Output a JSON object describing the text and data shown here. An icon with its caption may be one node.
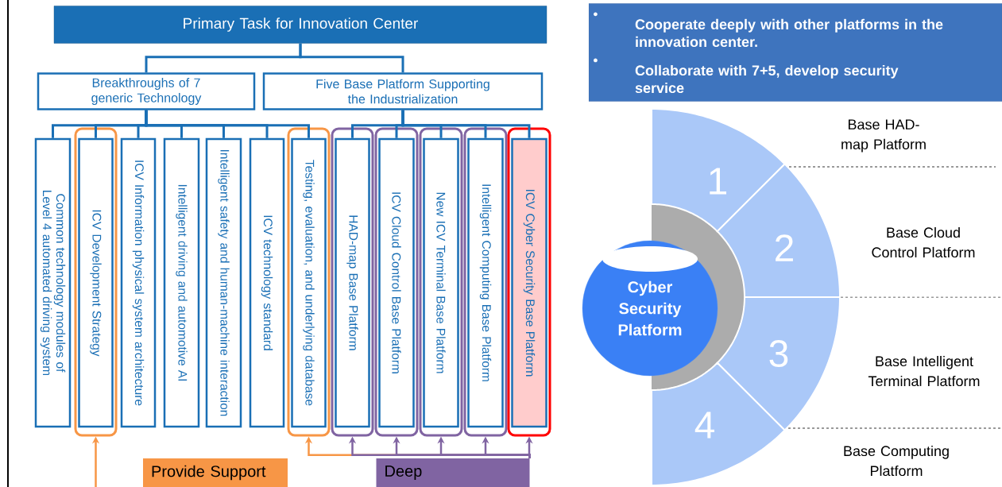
{
  "diagram": {
    "nodes": [
      {
        "text": [
          "Primary Task for Innovation Center"
        ]
      },
      {
        "text": [
          "Breakthroughs of 7 generic Technology"
        ]
      },
      {
        "text": [
          "Five Base Platform Supporting the Industrialization"
        ]
      },
      {
        "text": [
          "Common technology modules of Level 4 automated driving system"
        ]
      },
      {
        "text": [],
        "shape": "box"
      },
      {
        "text": [
          "ICV Development Strategy"
        ],
        "in": 4
      },
      {
        "text": [
          "ICV Information physical system architecture"
        ]
      },
      {
        "text": [
          "Intelligent driving and automotive AI"
        ]
      },
      {
        "text": [
          "Intelligent safety and human-machine interaction"
        ]
      },
      {
        "text": [
          "ICV technology standard"
        ]
      },
      {
        "text": [],
        "shape": "box"
      },
      {
        "text": [
          "Testing, evaluation, and underlying database"
        ],
        "in": 10
      },
      {
        "text": [],
        "shape": "box"
      },
      {
        "text": [
          "HAD-map Base Platform"
        ],
        "in": 12
      },
      {
        "text": [],
        "shape": "box"
      },
      {
        "text": [
          "ICV Cloud Control Base Platform"
        ],
        "in": 14
      },
      {
        "text": [],
        "shape": "box"
      },
      {
        "text": [
          "New ICV Terminal Base Platform"
        ],
        "in": 16
      },
      {
        "text": [],
        "shape": "box"
      },
      {
        "text": [
          "Intelligent Computing Base Platform"
        ],
        "in": 18
      },
      {
        "text": [],
        "shape": "box"
      },
      {
        "text": [
          "ICV Cyber Security Base Platform"
        ],
        "in": 20
      },
      {
        "text": [
          "Provide Support"
        ]
      },
      {
        "text": [
          "Deep"
        ]
      },
      {
        "text": [
          "Cooperate deeply with other platforms in the innovation center.",
          "Collaborate with 7+5, develop security service"
        ]
      },
      {
        "text": [
          "Cyber Security Platform"
        ]
      },
      {
        "text": [
          "1"
        ]
      },
      {
        "text": [
          "2"
        ]
      },
      {
        "text": [
          "3"
        ]
      },
      {
        "text": [
          "4"
        ]
      }
    ],
    "labels": [
      "Base HAD-map Platform",
      "Base Cloud Control Platform",
      "Base Intelligent Terminal Platform",
      "Base Computing Platform"
    ],
    "edges": [
      {
        "from": 0,
        "to": 1,
        "arrow": "none"
      },
      {
        "from": 0,
        "to": 2,
        "arrow": "none"
      },
      {
        "from": 1,
        "to": 3,
        "arrow": "none"
      },
      {
        "from": 1,
        "to": 5,
        "arrow": "none"
      },
      {
        "from": 1,
        "to": 6,
        "arrow": "none"
      },
      {
        "from": 1,
        "to": 7,
        "arrow": "none"
      },
      {
        "from": 1,
        "to": 8,
        "arrow": "none"
      },
      {
        "from": 1,
        "to": 9,
        "arrow": "none"
      },
      {
        "from": 1,
        "to": 11,
        "arrow": "none"
      },
      {
        "from": 2,
        "to": 13,
        "arrow": "none"
      },
      {
        "from": 2,
        "to": 15,
        "arrow": "none"
      },
      {
        "from": 2,
        "to": 17,
        "arrow": "none"
      },
      {
        "from": 2,
        "to": 19,
        "arrow": "none"
      },
      {
        "from": 2,
        "to": 21,
        "arrow": "none"
      },
      {
        "from": null,
        "to": 4,
        "arrow": "to",
        "color": "#f79646"
      },
      {
        "from": 23,
        "to": 10,
        "arrow": "to",
        "color": "#f79646"
      },
      {
        "from": 23,
        "to": 12,
        "arrow": "to",
        "color": "#8064a2"
      },
      {
        "from": 23,
        "to": 14,
        "arrow": "to",
        "color": "#8064a2"
      },
      {
        "from": 23,
        "to": 16,
        "arrow": "to",
        "color": "#8064a2"
      },
      {
        "from": 23,
        "to": 18,
        "arrow": "to",
        "color": "#8064a2"
      },
      {
        "from": 23,
        "to": 20,
        "arrow": "to",
        "color": "#8064a2"
      }
    ]
  }
}
